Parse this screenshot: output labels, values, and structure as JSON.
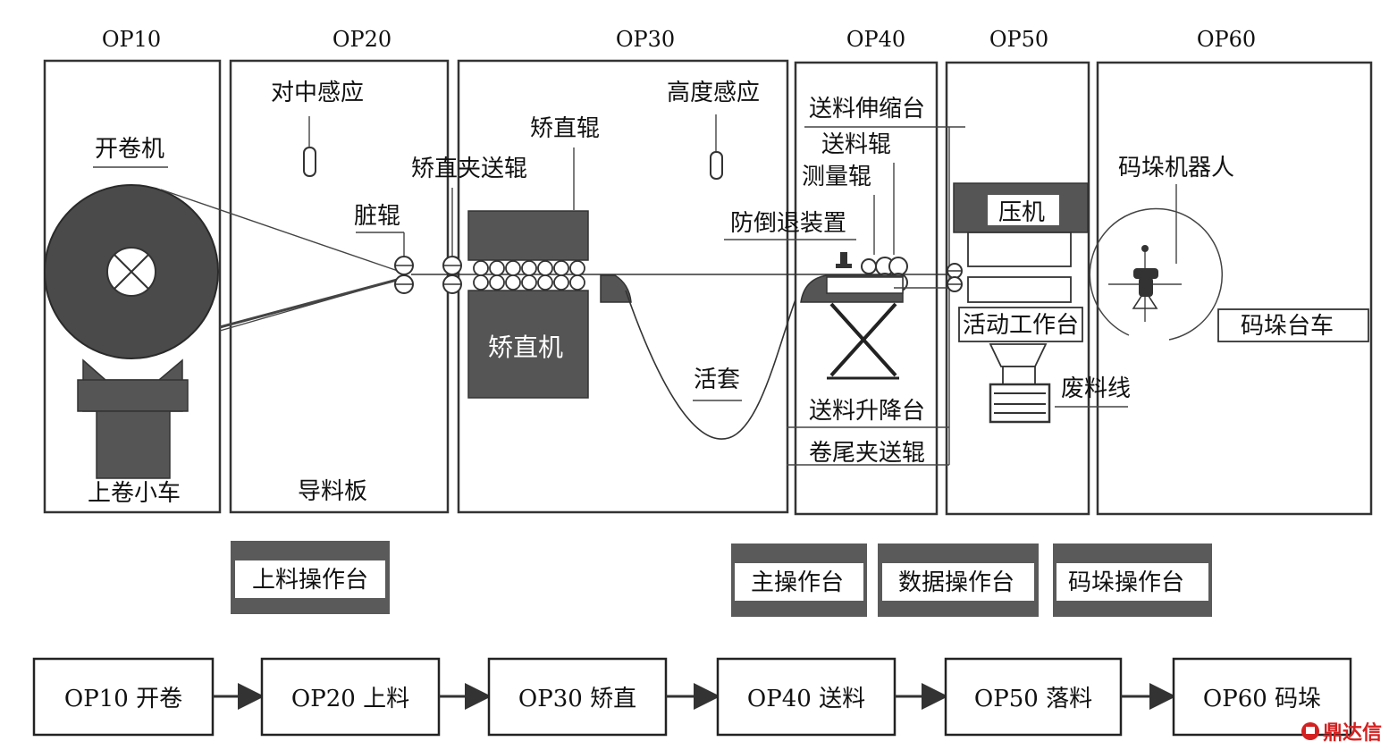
{
  "stations": [
    {
      "id": "op10",
      "label": "OP10"
    },
    {
      "id": "op20",
      "label": "OP20"
    },
    {
      "id": "op30",
      "label": "OP30"
    },
    {
      "id": "op40",
      "label": "OP40"
    },
    {
      "id": "op50",
      "label": "OP50"
    },
    {
      "id": "op60",
      "label": "OP60"
    }
  ],
  "components": {
    "uncoiler": "开卷机",
    "coil_car": "上卷小车",
    "centering_sensor": "对中感应",
    "dirty_roll": "脏辊",
    "guide_plate": "导料板",
    "straightening_pinch_roll": "矫直夹送辊",
    "straightener_roll": "矫直辊",
    "straightener": "矫直机",
    "height_sensor": "高度感应",
    "loop": "活套",
    "feed_telescopic_table": "送料伸缩台",
    "feed_roll": "送料辊",
    "measuring_roll": "测量辊",
    "anti_backward_device": "防倒退装置",
    "feed_lift_table": "送料升降台",
    "tail_pinch_roll": "卷尾夹送辊",
    "press": "压机",
    "moving_bolster": "活动工作台",
    "scrap_line": "废料线",
    "stacking_robot": "码垛机器人",
    "stacking_cart": "码垛台车"
  },
  "consoles": {
    "loading": "上料操作台",
    "main": "主操作台",
    "data": "数据操作台",
    "stacking": "码垛操作台"
  },
  "flow": [
    "OP10 开卷",
    "OP20 上料",
    "OP30 矫直",
    "OP40 送料",
    "OP50 落料",
    "OP60 码垛"
  ],
  "watermark": "鼎达信"
}
